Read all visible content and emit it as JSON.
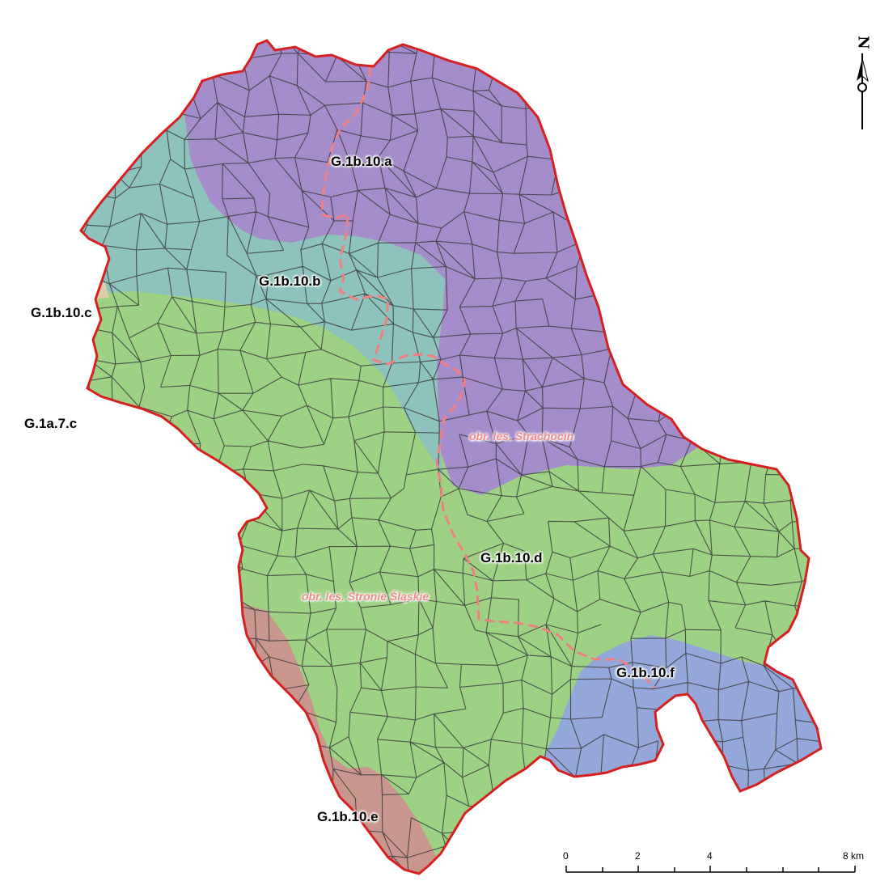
{
  "regions": [
    {
      "id": "G.1b.10.a",
      "label": "G.1b.10.a",
      "color": "#a58ccb"
    },
    {
      "id": "G.1b.10.b",
      "label": "G.1b.10.b",
      "color": "#8ec2bd"
    },
    {
      "id": "G.1b.10.c",
      "label": "G.1b.10.c",
      "color": "#dccca8"
    },
    {
      "id": "G.1a.7.c",
      "label": "G.1a.7.c",
      "color": "#9ed184"
    },
    {
      "id": "G.1b.10.d",
      "label": "G.1b.10.d",
      "color": "#9ed184"
    },
    {
      "id": "G.1b.10.e",
      "label": "G.1b.10.e",
      "color": "#c8968c"
    },
    {
      "id": "G.1b.10.f",
      "label": "G.1b.10.f",
      "color": "#93a7da"
    }
  ],
  "districts": [
    {
      "label": "obr. les. Strachocin"
    },
    {
      "label": "obr. les. Stronie Śląskie"
    }
  ],
  "scale": {
    "ticks": [
      "0",
      "2",
      "4",
      "8 km"
    ]
  },
  "north": {
    "label": "N"
  },
  "colors": {
    "boundary": "#d62020",
    "district_line": "#f08080",
    "parcel": "#3a3a3a"
  }
}
